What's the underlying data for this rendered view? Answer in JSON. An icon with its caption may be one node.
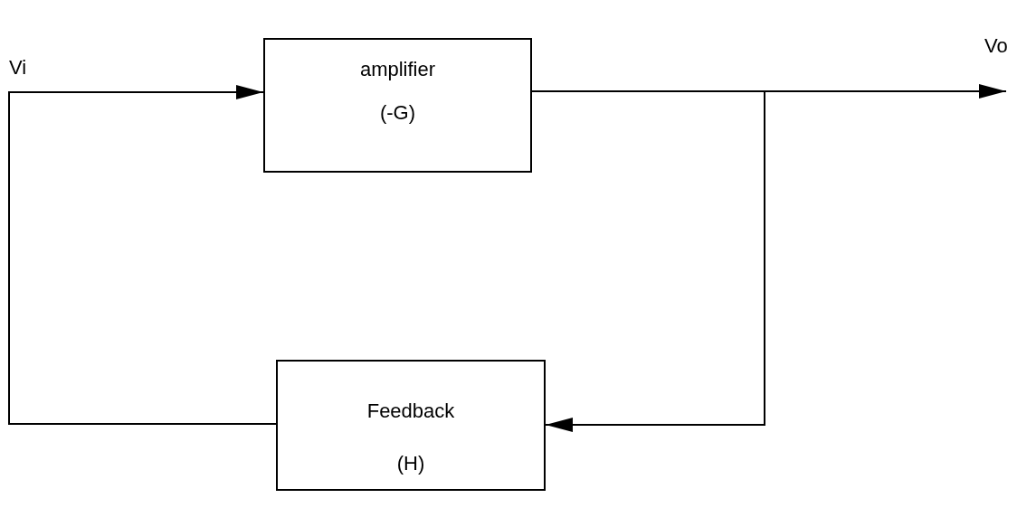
{
  "diagram": {
    "nodes": [
      {
        "text": [
          "amplifier",
          "(-G)"
        ]
      },
      {
        "text": [
          "Feedback",
          "(H)"
        ]
      }
    ],
    "edges": [
      {
        "from": 0,
        "to": null,
        "arrow": "to"
      },
      {
        "from": 0,
        "to": 1,
        "arrow": "to"
      },
      {
        "from": 1,
        "to": 0,
        "arrow": "to"
      }
    ],
    "labels": [
      "Vi",
      "Vo"
    ]
  }
}
